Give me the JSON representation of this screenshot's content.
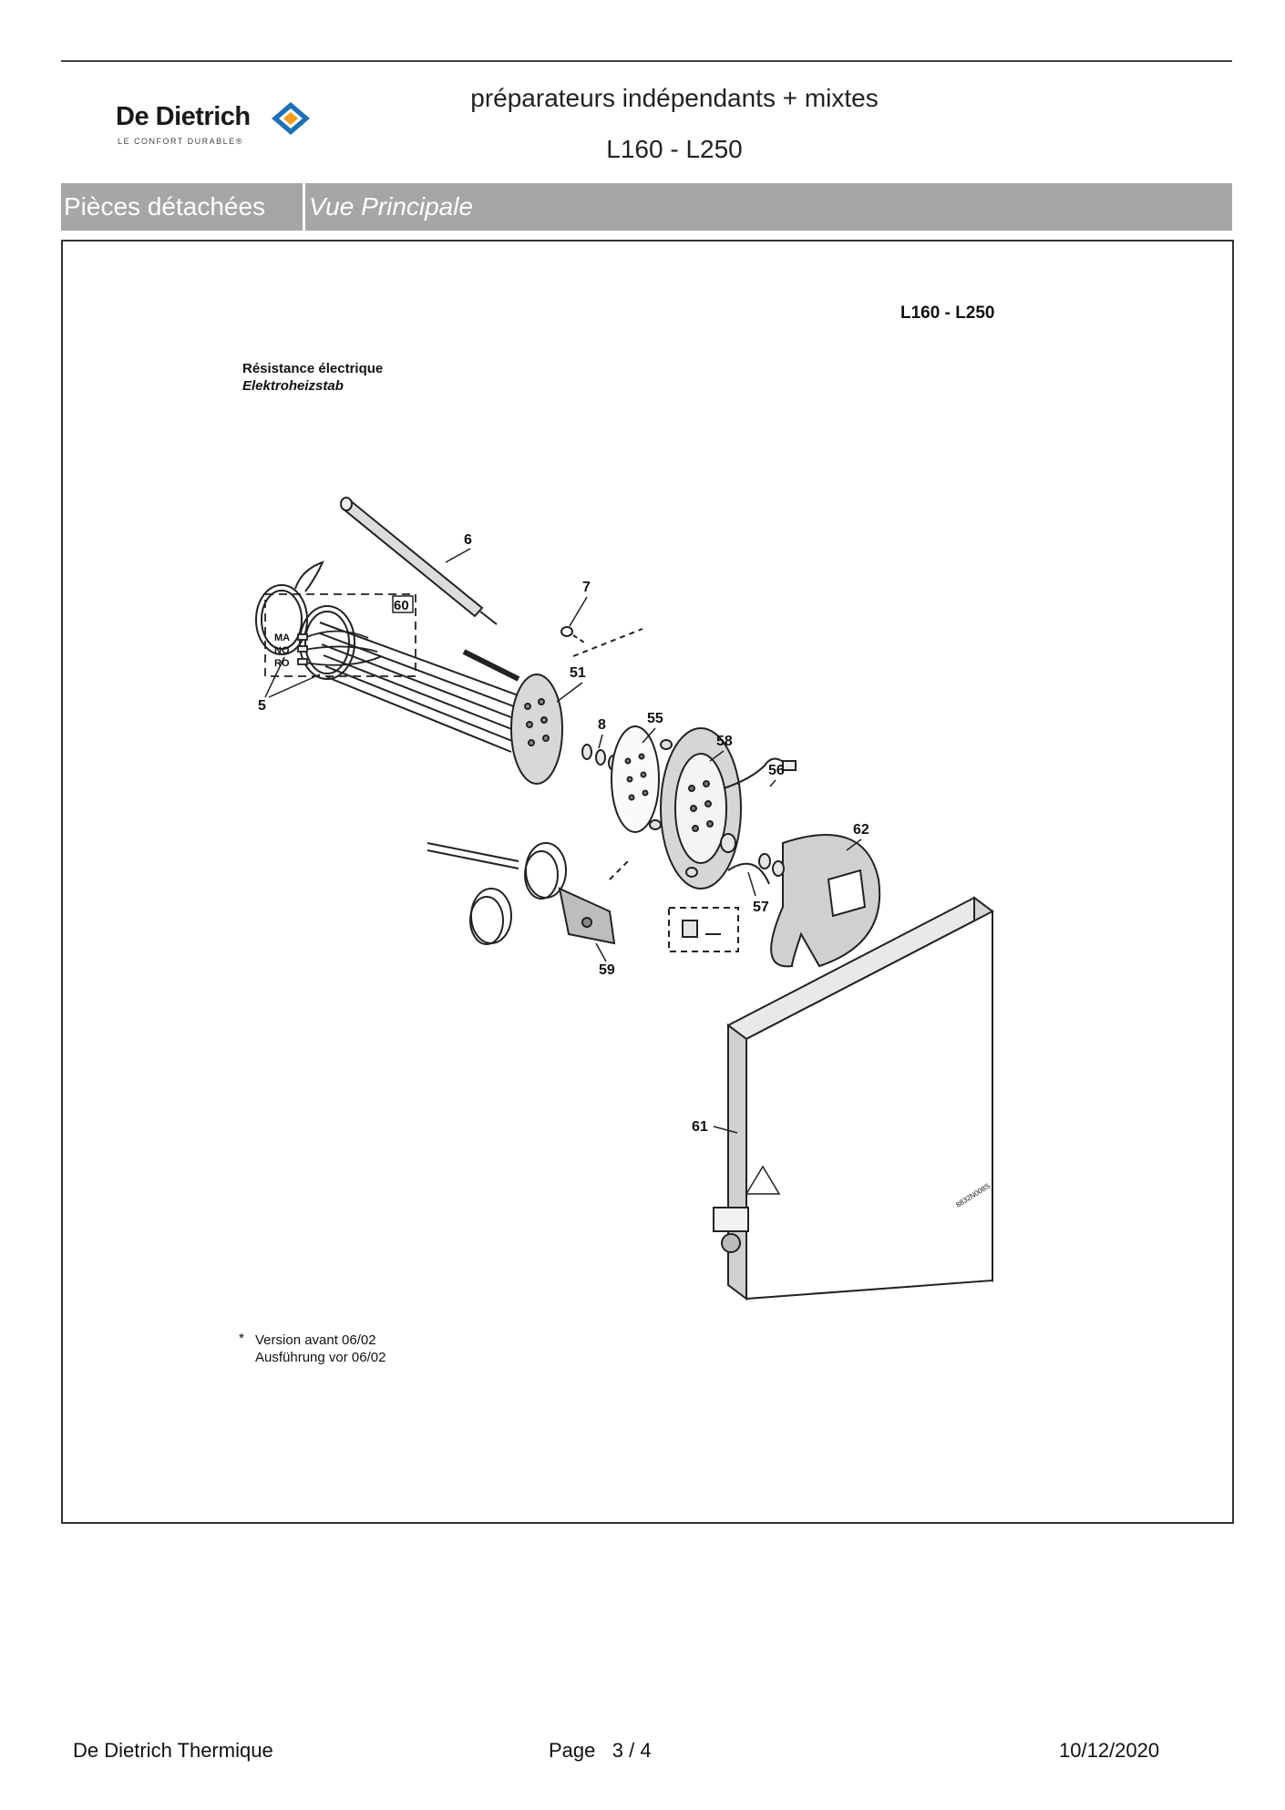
{
  "header": {
    "brand_name": "De Dietrich",
    "brand_tagline": "LE CONFORT DURABLE®",
    "title_line1": "préparateurs indépendants + mixtes",
    "title_line2": "L160 - L250"
  },
  "section_bar": {
    "left_label": "Pièces détachées",
    "right_label": "Vue Principale"
  },
  "diagram": {
    "model": "L160 - L250",
    "heading_fr": "Résistance électrique",
    "heading_de": "Elektroheizstab",
    "parts": [
      "6",
      "7",
      "5",
      "51",
      "8",
      "55",
      "58",
      "56",
      "60",
      "62",
      "57",
      "59",
      "61"
    ],
    "wire_labels": [
      "MA",
      "NO",
      "RO"
    ],
    "note_star": "*",
    "note_fr": "Version avant 06/02",
    "note_de": "Ausführung vor 06/02",
    "drawing_code": "8832N008S"
  },
  "footer": {
    "company": "De Dietrich Thermique",
    "page_label": "Page",
    "page_current": "3",
    "page_sep": "/",
    "page_total": "4",
    "date": "10/12/2020"
  },
  "colors": {
    "section_bar_bg": "#a6a6a6",
    "logo_blue": "#1f6fb5",
    "logo_orange": "#f29a1d"
  }
}
